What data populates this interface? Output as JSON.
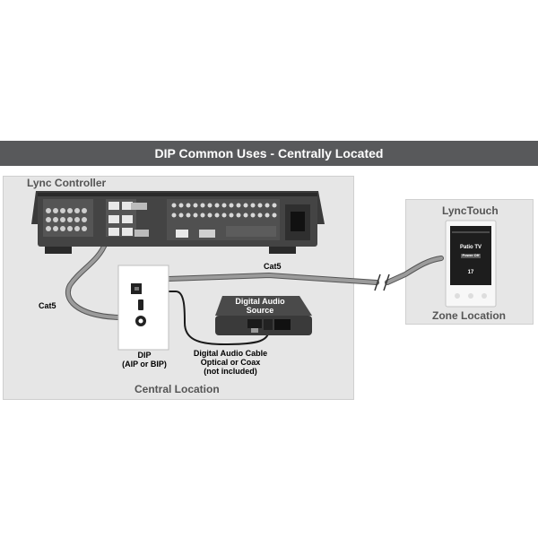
{
  "title": "DIP Common Uses - Centrally Located",
  "central": {
    "controller_label": "Lync Controller",
    "location_label": "Central Location"
  },
  "zone": {
    "touch_label": "LyncTouch",
    "location_label": "Zone Location",
    "screen_title": "Patio TV",
    "screen_button": "Power Off",
    "screen_number": "17"
  },
  "dip": {
    "label_line1": "DIP",
    "label_line2": "(AIP or BIP)"
  },
  "audio_source": {
    "label_line1": "Digital Audio",
    "label_line2": "Source"
  },
  "cables": {
    "cat5_left": "Cat5",
    "cat5_top": "Cat5",
    "digital_line1": "Digital Audio Cable",
    "digital_line2": "Optical or Coax",
    "digital_line3": "(not included)"
  },
  "colors": {
    "title_bar": "#58595b",
    "panel": "#e6e6e6",
    "cable": "#8a8a8a",
    "device": "#3c3c3c"
  }
}
